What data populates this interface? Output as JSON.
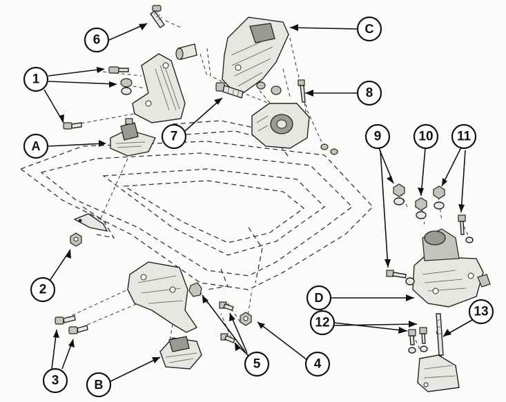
{
  "diagram": {
    "callouts": [
      {
        "id": "1",
        "label": "1"
      },
      {
        "id": "2",
        "label": "2"
      },
      {
        "id": "3",
        "label": "3"
      },
      {
        "id": "4",
        "label": "4"
      },
      {
        "id": "5",
        "label": "5"
      },
      {
        "id": "6",
        "label": "6"
      },
      {
        "id": "7",
        "label": "7"
      },
      {
        "id": "8",
        "label": "8"
      },
      {
        "id": "9",
        "label": "9"
      },
      {
        "id": "10",
        "label": "10"
      },
      {
        "id": "11",
        "label": "11"
      },
      {
        "id": "12",
        "label": "12"
      },
      {
        "id": "13",
        "label": "13"
      },
      {
        "id": "A",
        "label": "A"
      },
      {
        "id": "B",
        "label": "B"
      },
      {
        "id": "C",
        "label": "C"
      },
      {
        "id": "D",
        "label": "D"
      }
    ]
  }
}
